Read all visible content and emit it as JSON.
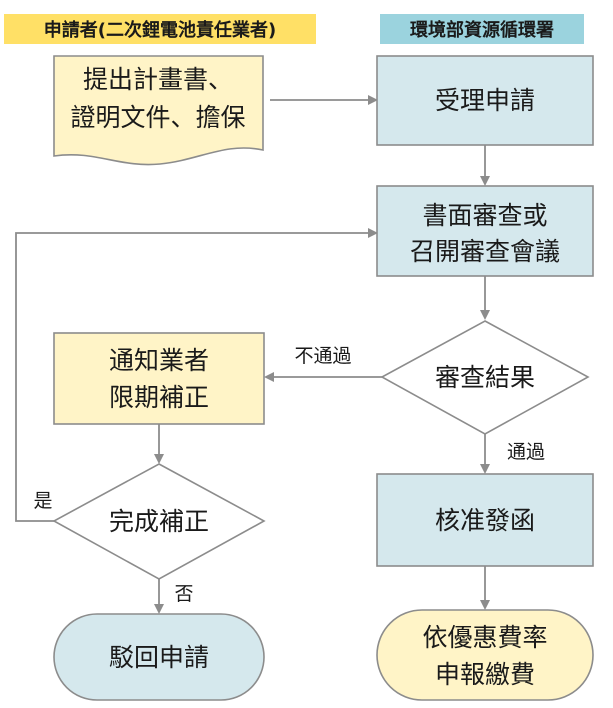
{
  "headers": {
    "applicant": "申請者(二次鋰電池責任業者)",
    "agency": "環境部資源循環署"
  },
  "nodes": {
    "submit_docs": {
      "line1": "提出計畫書、",
      "line2": "證明文件、擔保"
    },
    "accept_application": {
      "label": "受理申請"
    },
    "document_review": {
      "line1": "書面審查或",
      "line2": "召開審查會議"
    },
    "review_result": {
      "label": "審查結果"
    },
    "notify_correction": {
      "line1": "通知業者",
      "line2": "限期補正"
    },
    "complete_correction": {
      "label": "完成補正"
    },
    "reject_application": {
      "label": "駁回申請"
    },
    "approve_letter": {
      "label": "核准發函"
    },
    "preferential_fee": {
      "line1": "依優惠費率",
      "line2": "申報繳費"
    }
  },
  "edges": {
    "fail": "不通過",
    "pass": "通過",
    "yes": "是",
    "no": "否"
  },
  "colors": {
    "header_applicant_bg": "#FFE066",
    "header_agency_bg": "#9BD3DE",
    "document_fill": "#FFF4C7",
    "process_blue_fill": "#D5E8ED",
    "process_yellow_fill": "#FFF4C7",
    "terminal_blue_fill": "#D5E8ED",
    "terminal_yellow_fill": "#FFF4C7",
    "stroke": "#8C8C8C"
  }
}
